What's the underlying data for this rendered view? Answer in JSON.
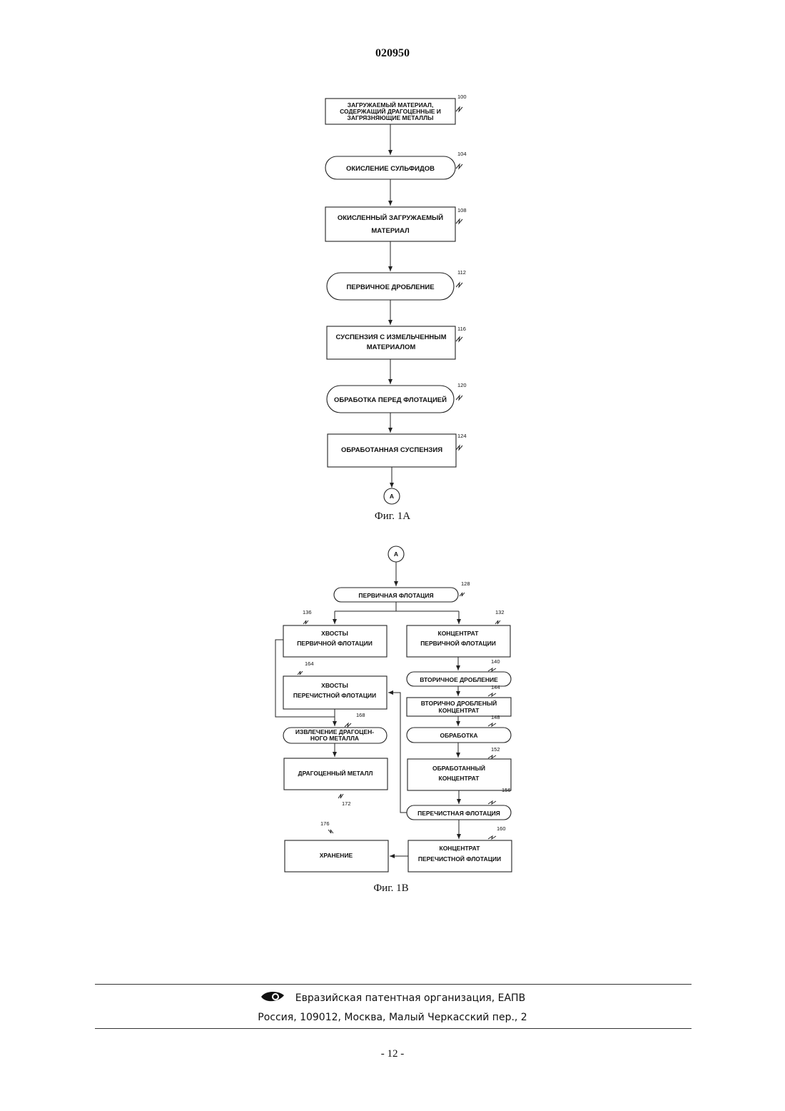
{
  "header": {
    "doc_number": "020950"
  },
  "fig1a": {
    "caption": "Фиг. 1А",
    "connector": "А",
    "nodes": [
      {
        "ref": "100",
        "lines": [
          "ЗАГРУЖАЕМЫЙ МАТЕРИАЛ,",
          "СОДЕРЖАЩИЙ ДРАГОЦЕННЫЕ И",
          "ЗАГРЯЗНЯЮЩИЕ МЕТАЛЛЫ"
        ]
      },
      {
        "ref": "104",
        "lines": [
          "ОКИСЛЕНИЕ СУЛЬФИДОВ"
        ]
      },
      {
        "ref": "108",
        "lines": [
          "ОКИСЛЕННЫЙ ЗАГРУЖАЕМЫЙ",
          "МАТЕРИАЛ"
        ]
      },
      {
        "ref": "112",
        "lines": [
          "ПЕРВИЧНОЕ ДРОБЛЕНИЕ"
        ]
      },
      {
        "ref": "116",
        "lines": [
          "СУСПЕНЗИЯ С ИЗМЕЛЬЧЕННЫМ",
          "МАТЕРИАЛОМ"
        ]
      },
      {
        "ref": "120",
        "lines": [
          "ОБРАБОТКА ПЕРЕД ФЛОТАЦИЕЙ"
        ]
      },
      {
        "ref": "124",
        "lines": [
          "ОБРАБОТАННАЯ СУСПЕНЗИЯ"
        ]
      }
    ]
  },
  "fig1b": {
    "caption": "Фиг. 1В",
    "connector": "А",
    "primary_flotation": {
      "ref": "128",
      "lines": [
        "ПЕРВИЧНАЯ ФЛОТАЦИЯ"
      ]
    },
    "tails_primary": {
      "ref": "136",
      "lines": [
        "ХВОСТЫ",
        "ПЕРВИЧНОЙ ФЛОТАЦИИ"
      ]
    },
    "concentrate_primary": {
      "ref": "132",
      "lines": [
        "КОНЦЕНТРАТ",
        "ПЕРВИЧНОЙ ФЛОТАЦИИ"
      ]
    },
    "secondary_grinding": {
      "ref": "140",
      "lines": [
        "ВТОРИЧНОЕ ДРОБЛЕНИЕ"
      ]
    },
    "tails_cleaner": {
      "ref": "164",
      "lines": [
        "ХВОСТЫ",
        "ПЕРЕЧИСТНОЙ ФЛОТАЦИИ"
      ]
    },
    "secondary_ground_concentrate": {
      "ref": "144",
      "lines": [
        "ВТОРИЧНО ДРОБЛЕНЫЙ",
        "КОНЦЕНТРАТ"
      ]
    },
    "treatment": {
      "ref": "148",
      "lines": [
        "ОБРАБОТКА"
      ]
    },
    "precious_recovery": {
      "ref": "168",
      "lines": [
        "ИЗВЛЕЧЕНИЕ ДРАГОЦЕН-",
        "НОГО МЕТАЛЛА"
      ]
    },
    "treated_concentrate": {
      "ref": "152",
      "lines": [
        "ОБРАБОТАННЫЙ",
        "КОНЦЕНТРАТ"
      ]
    },
    "precious_metal": {
      "ref": "172",
      "lines": [
        "ДРАГОЦЕННЫЙ МЕТАЛЛ"
      ]
    },
    "cleaner_flotation": {
      "ref": "156",
      "lines": [
        "ПЕРЕЧИСТНАЯ ФЛОТАЦИЯ"
      ]
    },
    "storage": {
      "ref": "176",
      "lines": [
        "ХРАНЕНИЕ"
      ]
    },
    "concentrate_cleaner": {
      "ref": "160",
      "lines": [
        "КОНЦЕНТРАТ",
        "ПЕРЕЧИСТНОЙ ФЛОТАЦИИ"
      ]
    }
  },
  "footer": {
    "org": "Евразийская патентная организация, ЕАПВ",
    "address": "Россия, 109012, Москва, Малый Черкасский пер., 2",
    "page": "- 12 -"
  }
}
